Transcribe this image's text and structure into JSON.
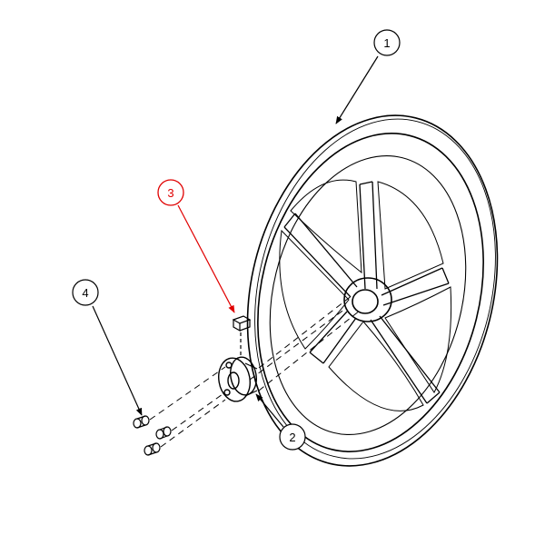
{
  "diagram": {
    "callouts": [
      {
        "id": "1",
        "label": "1",
        "highlighted": false
      },
      {
        "id": "2",
        "label": "2",
        "highlighted": false
      },
      {
        "id": "3",
        "label": "3",
        "highlighted": true
      },
      {
        "id": "4",
        "label": "4",
        "highlighted": false
      }
    ],
    "colors": {
      "line": "#000000",
      "highlight": "#e00000",
      "background": "#ffffff"
    }
  }
}
